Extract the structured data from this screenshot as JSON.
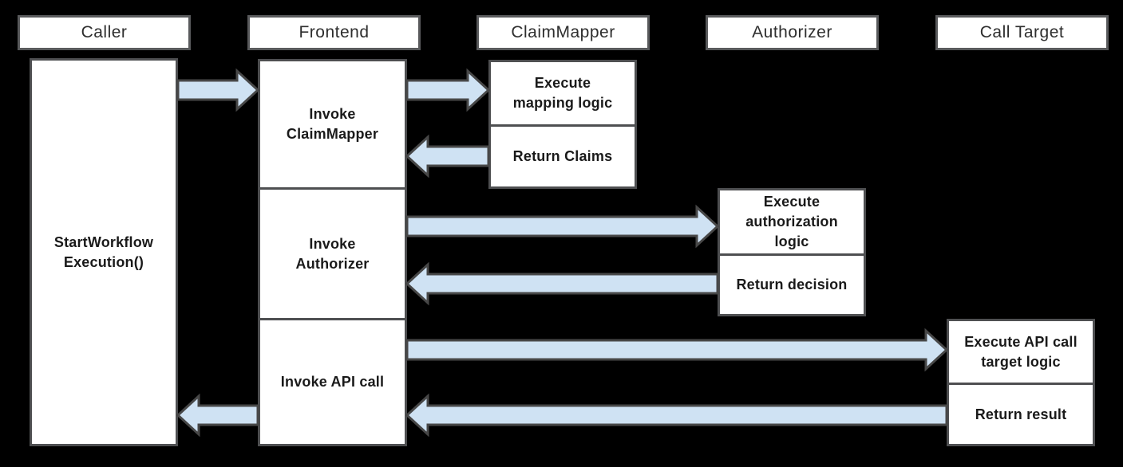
{
  "colors": {
    "background": "#000000",
    "box_fill": "#ffffff",
    "box_border": "#4e4f51",
    "header_border": "#595a5c",
    "arrow_fill": "#cfe2f3",
    "arrow_border": "#474747"
  },
  "actors": [
    {
      "label": "Caller"
    },
    {
      "label": "Frontend"
    },
    {
      "label": "ClaimMapper"
    },
    {
      "label": "Authorizer"
    },
    {
      "label": "Call Target"
    }
  ],
  "caller": {
    "activation_label": "StartWorkflow\nExecution()"
  },
  "frontend": {
    "segments": [
      {
        "label": "Invoke\nClaimMapper"
      },
      {
        "label": "Invoke\nAuthorizer"
      },
      {
        "label": "Invoke API call"
      }
    ]
  },
  "claim_mapper": {
    "segments": [
      {
        "label": "Execute\nmapping logic"
      },
      {
        "label": "Return Claims"
      }
    ]
  },
  "authorizer": {
    "segments": [
      {
        "label": "Execute\nauthorization\nlogic"
      },
      {
        "label": "Return decision"
      }
    ]
  },
  "call_target": {
    "segments": [
      {
        "label": "Execute API call\ntarget logic"
      },
      {
        "label": "Return result"
      }
    ]
  },
  "arrows": [
    {
      "name": "caller-to-frontend",
      "from": "Caller",
      "to": "Frontend",
      "direction": "right"
    },
    {
      "name": "frontend-to-claimmapper",
      "from": "Frontend",
      "to": "ClaimMapper",
      "direction": "right"
    },
    {
      "name": "claimmapper-to-frontend",
      "from": "ClaimMapper",
      "to": "Frontend",
      "direction": "left"
    },
    {
      "name": "frontend-to-authorizer",
      "from": "Frontend",
      "to": "Authorizer",
      "direction": "right"
    },
    {
      "name": "authorizer-to-frontend",
      "from": "Authorizer",
      "to": "Frontend",
      "direction": "left"
    },
    {
      "name": "frontend-to-calltarget",
      "from": "Frontend",
      "to": "Call Target",
      "direction": "right"
    },
    {
      "name": "calltarget-to-frontend",
      "from": "Call Target",
      "to": "Frontend",
      "direction": "left"
    },
    {
      "name": "frontend-to-caller",
      "from": "Frontend",
      "to": "Caller",
      "direction": "left"
    }
  ]
}
